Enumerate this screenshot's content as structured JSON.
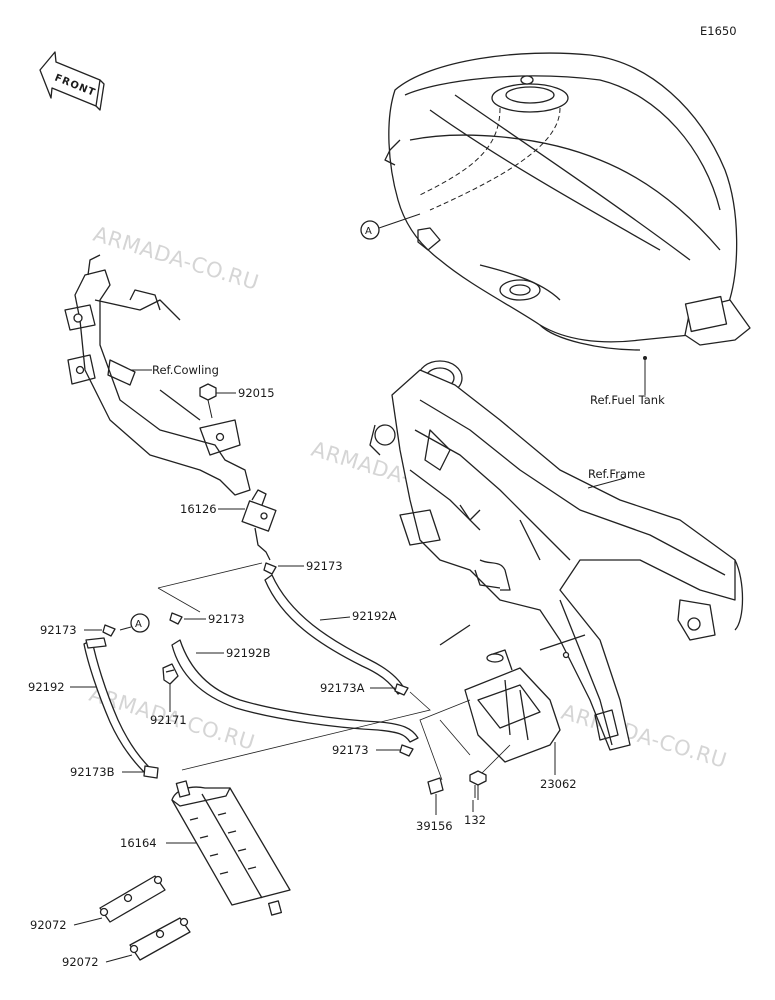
{
  "diagram": {
    "code": "E1650",
    "front_label": "FRONT",
    "callout_marker": "A",
    "watermark": "ARMADA-CO.RU",
    "references": {
      "cowling": "Ref.Cowling",
      "fuel_tank": "Ref.Fuel Tank",
      "frame": "Ref.Frame"
    },
    "parts": {
      "p92015": "92015",
      "p16126": "16126",
      "p92173_a": "92173",
      "p92173_b": "92173",
      "p92173_c": "92173",
      "p92173_d": "92173",
      "p92192A": "92192A",
      "p92192B": "92192B",
      "p92192": "92192",
      "p92171": "92171",
      "p92173A": "92173A",
      "p92173B": "92173B",
      "p16164": "16164",
      "p92072_a": "92072",
      "p92072_b": "92072",
      "p39156": "39156",
      "p132": "132",
      "p23062": "23062"
    }
  }
}
